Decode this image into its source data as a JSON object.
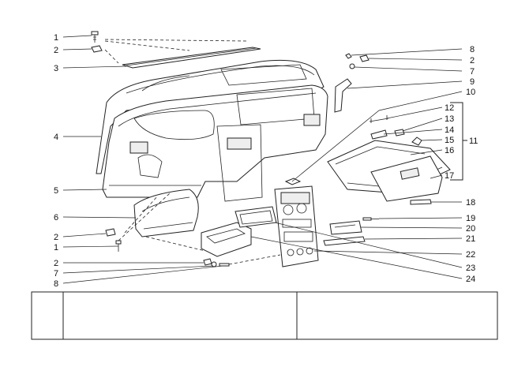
{
  "callouts": [
    {
      "id": "l1a",
      "text": "1"
    },
    {
      "id": "l2a",
      "text": "2"
    },
    {
      "id": "l3",
      "text": "3"
    },
    {
      "id": "l4",
      "text": "4"
    },
    {
      "id": "l5",
      "text": "5"
    },
    {
      "id": "l6",
      "text": "6"
    },
    {
      "id": "l2b",
      "text": "2"
    },
    {
      "id": "l1b",
      "text": "1"
    },
    {
      "id": "l2c",
      "text": "2"
    },
    {
      "id": "l7a",
      "text": "7"
    },
    {
      "id": "l8a",
      "text": "8"
    },
    {
      "id": "r8",
      "text": "8"
    },
    {
      "id": "r2",
      "text": "2"
    },
    {
      "id": "r7",
      "text": "7"
    },
    {
      "id": "r9",
      "text": "9"
    },
    {
      "id": "r10",
      "text": "10"
    },
    {
      "id": "r12",
      "text": "12"
    },
    {
      "id": "r13",
      "text": "13"
    },
    {
      "id": "r14",
      "text": "14"
    },
    {
      "id": "r15",
      "text": "15"
    },
    {
      "id": "r16",
      "text": "16"
    },
    {
      "id": "r11",
      "text": "11"
    },
    {
      "id": "r17",
      "text": "17"
    },
    {
      "id": "r18",
      "text": "18"
    },
    {
      "id": "r19",
      "text": "19"
    },
    {
      "id": "r20",
      "text": "20"
    },
    {
      "id": "r21",
      "text": "21"
    },
    {
      "id": "r22",
      "text": "22"
    },
    {
      "id": "r23",
      "text": "23"
    },
    {
      "id": "r24",
      "text": "24"
    }
  ]
}
